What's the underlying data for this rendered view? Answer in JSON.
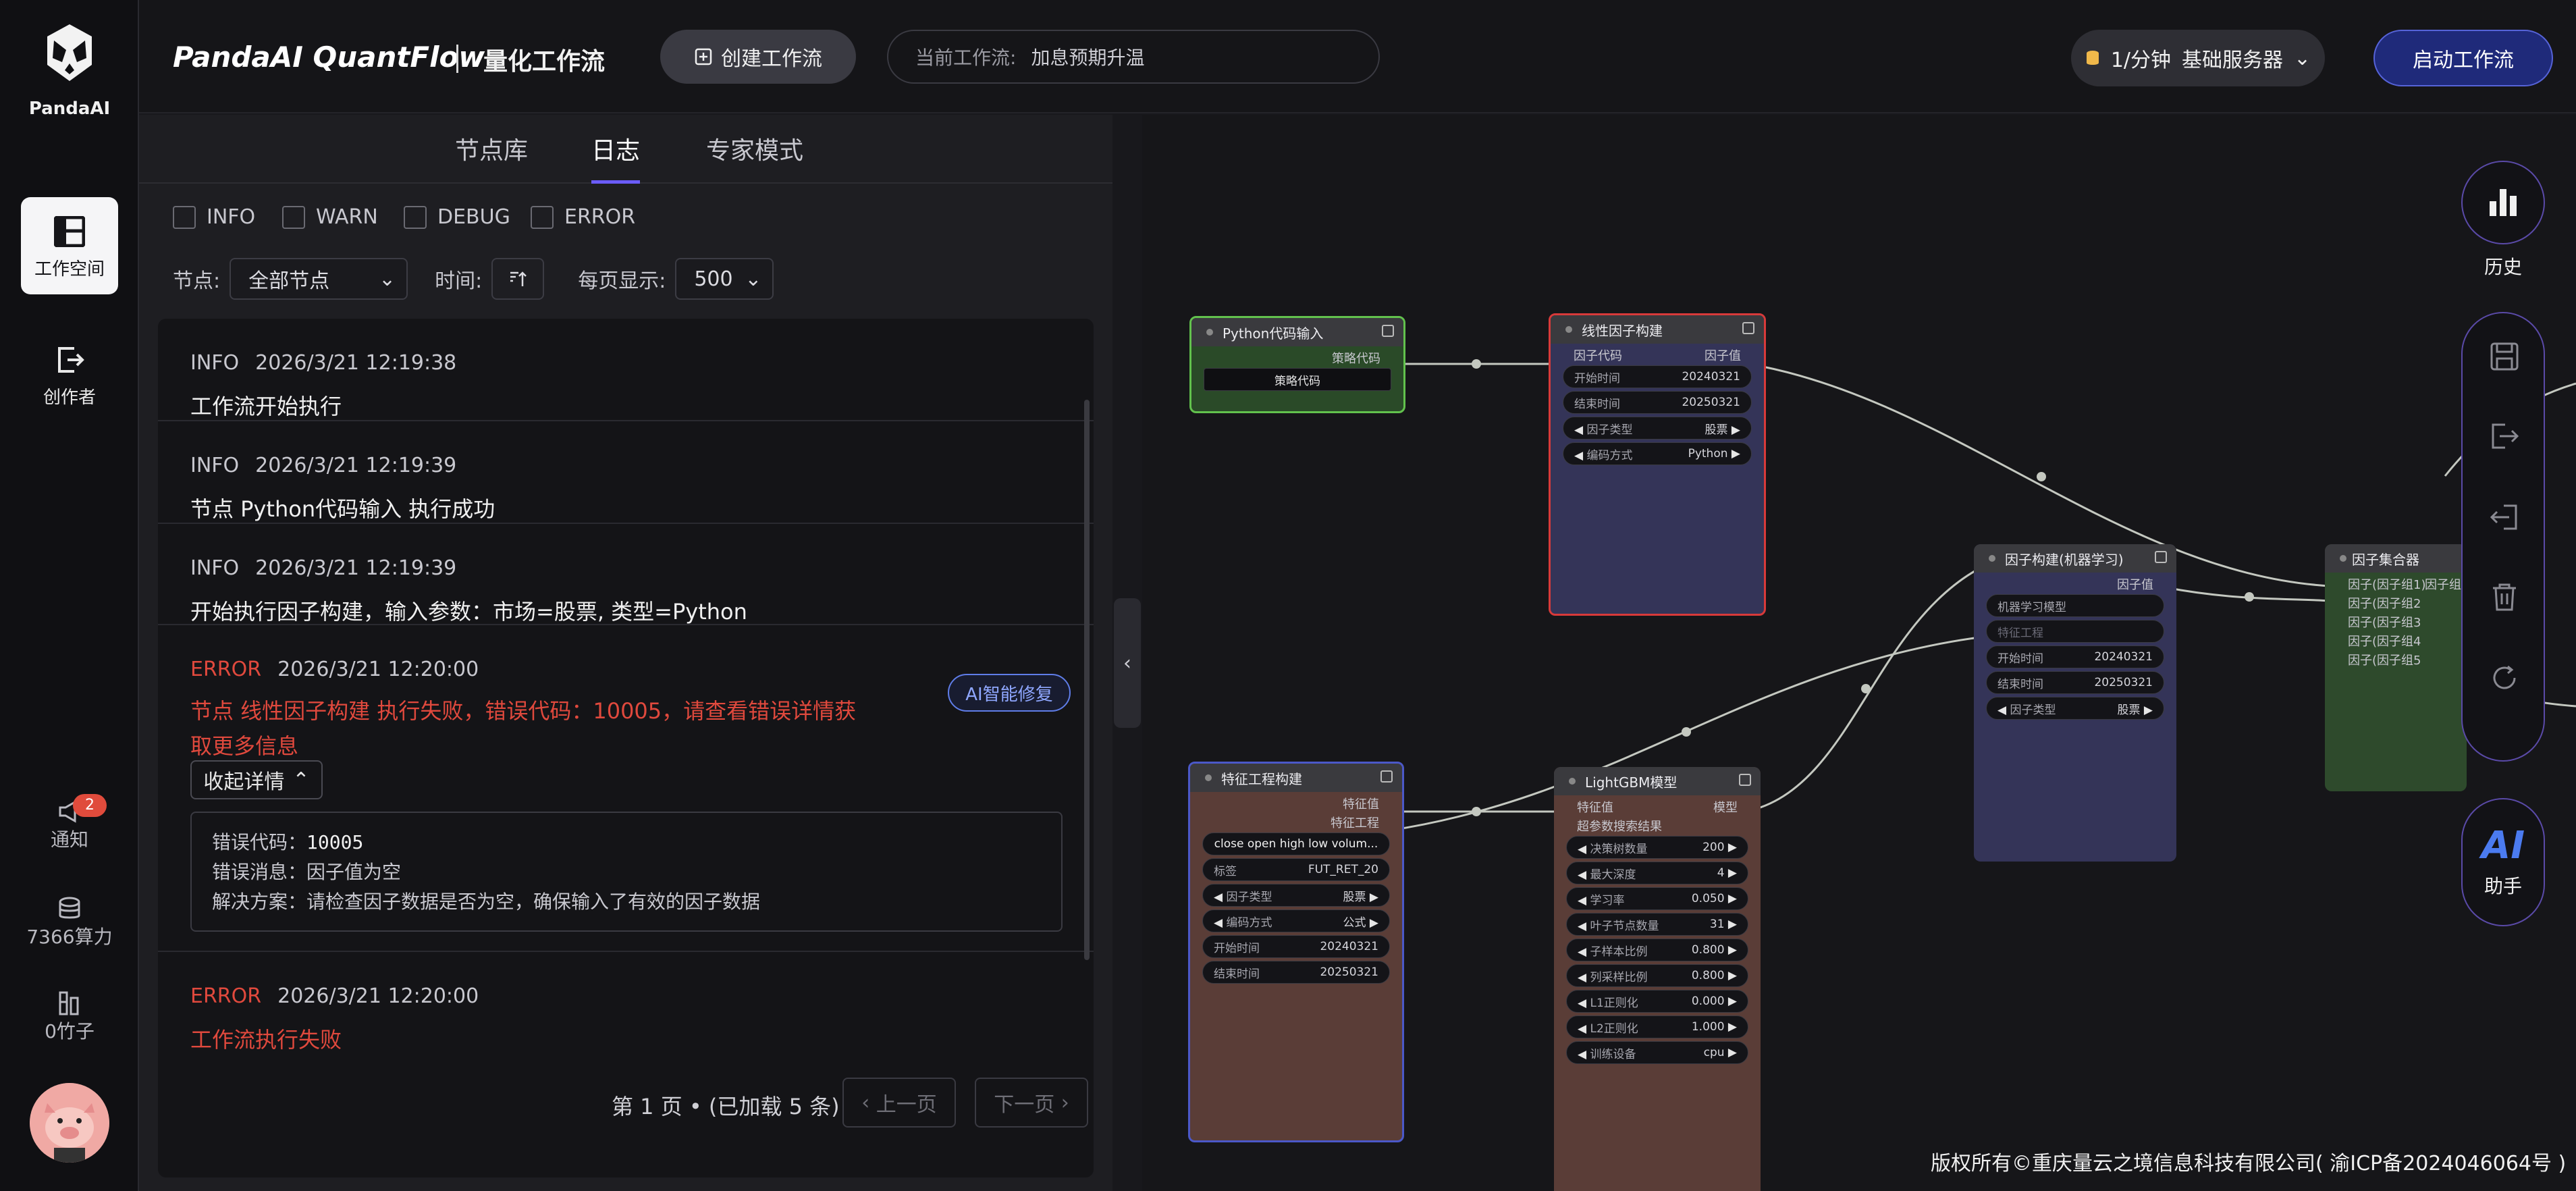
{
  "brand": {
    "name": "PandaAI"
  },
  "nav": {
    "workspace": "工作空间",
    "creator": "创作者",
    "notice": "通知",
    "notice_count": "2",
    "power": "7366算力",
    "bamboo": "0竹子"
  },
  "header": {
    "title": "PandaAI QuantFlow",
    "subtitle": "量化工作流",
    "create_label": "创建工作流",
    "current_label": "当前工作流:",
    "current_value": "加息预期升温",
    "rate": "1/分钟",
    "server": "基础服务器",
    "start_label": "启动工作流"
  },
  "tabs": [
    "节点库",
    "日志",
    "专家模式"
  ],
  "filters": [
    "INFO",
    "WARN",
    "DEBUG",
    "ERROR"
  ],
  "controls": {
    "node_label": "节点:",
    "node_value": "全部节点",
    "time_label": "时间:",
    "per_page_label": "每页显示:",
    "per_page_value": "500"
  },
  "logs": [
    {
      "level": "INFO",
      "time": "2026/3/21 12:19:38",
      "message": "工作流开始执行"
    },
    {
      "level": "INFO",
      "time": "2026/3/21 12:19:39",
      "message": "节点 Python代码输入 执行成功"
    },
    {
      "level": "INFO",
      "time": "2026/3/21 12:19:39",
      "message": "开始执行因子构建，输入参数：市场=股票, 类型=Python"
    },
    {
      "level": "ERROR",
      "time": "2026/3/21 12:20:00",
      "message": "节点 线性因子构建 执行失败，错误代码：10005，请查看错误详情获取更多信息",
      "fix_label": "AI智能修复",
      "collapse_label": "收起详情",
      "details": {
        "code_label": "错误代码：",
        "code": "10005",
        "msg_label": "错误消息：",
        "msg": "因子值为空",
        "solution_label": "解决方案：",
        "solution": "请检查因子数据是否为空，确保输入了有效的因子数据"
      }
    },
    {
      "level": "ERROR",
      "time": "2026/3/21 12:20:00",
      "message": "工作流执行失败"
    }
  ],
  "pager": {
    "info": "第 1 页 • (已加载 5 条)",
    "prev": "上一页",
    "next": "下一页"
  },
  "canvas": {
    "python": {
      "title": "Python代码输入",
      "out": "策略代码",
      "button": "策略代码"
    },
    "linear": {
      "title": "线性因子构建",
      "in": "因子代码",
      "out": "因子值",
      "fields": [
        [
          "开始时间",
          "20240321"
        ],
        [
          "结束时间",
          "20250321"
        ],
        [
          "因子类型",
          "股票"
        ],
        [
          "编码方式",
          "Python"
        ]
      ]
    },
    "ml": {
      "title": "因子构建(机器学习)",
      "out": "因子值",
      "model": "机器学习模型",
      "feature": "特征工程",
      "fields": [
        [
          "开始时间",
          "20240321"
        ],
        [
          "结束时间",
          "20250321"
        ],
        [
          "因子类型",
          "股票"
        ]
      ]
    },
    "feature": {
      "title": "特征工程构建",
      "out1": "特征值",
      "out2": "特征工程",
      "formula": "close open high low volum...",
      "fields": [
        [
          "标签",
          "FUT_RET_20"
        ],
        [
          "因子类型",
          "股票"
        ],
        [
          "编码方式",
          "公式"
        ],
        [
          "开始时间",
          "20240321"
        ],
        [
          "结束时间",
          "20250321"
        ]
      ]
    },
    "lgbm": {
      "title": "LightGBM模型",
      "in1": "特征值",
      "in2": "超参数搜索结果",
      "out": "模型",
      "fields": [
        [
          "决策树数量",
          "200"
        ],
        [
          "最大深度",
          "4"
        ],
        [
          "学习率",
          "0.050"
        ],
        [
          "叶子节点数量",
          "31"
        ],
        [
          "子样本比例",
          "0.800"
        ],
        [
          "列采样比例",
          "0.800"
        ],
        [
          "L1正则化",
          "0.000"
        ],
        [
          "L2正则化",
          "1.000"
        ],
        [
          "训练设备",
          "cpu"
        ]
      ]
    },
    "agg": {
      "title": "因子集合器",
      "ports": [
        "因子(因子组1)",
        "因子(因子组2",
        "因子(因子组3",
        "因子(因子组4",
        "因子(因子组5"
      ],
      "out": "因子组"
    }
  },
  "right": {
    "history": "历史",
    "ai_text": "AI",
    "ai_label": "助手"
  },
  "footer": "版权所有©重庆量云之境信息科技有限公司( 渝ICP备2024046064号 )",
  "colors": {
    "accent": "#6b5cff",
    "error": "#e0493d",
    "start": "#1f2a7a"
  }
}
